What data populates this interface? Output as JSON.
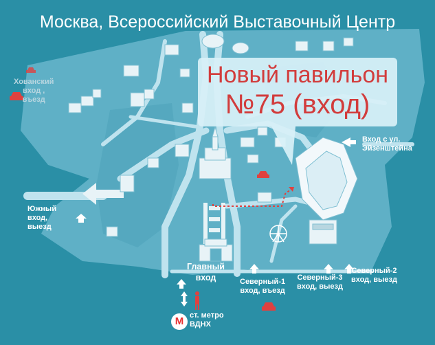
{
  "title": "Москва, Всероссийский Выставочный Центр",
  "callout": {
    "line1": "Новый павильон",
    "line2": "№75 (вход)"
  },
  "labels": {
    "khovansky": [
      "Хованский",
      "вход ,",
      "въезд"
    ],
    "south": [
      "Южный",
      "вход,",
      "выезд"
    ],
    "main": [
      "Главный",
      "вход"
    ],
    "north1": [
      "Северный-1",
      "вход, въезд"
    ],
    "north3": [
      "Северный-3",
      "вход, выезд"
    ],
    "north2": [
      "Северный-2",
      "вход, выезд"
    ],
    "eisenstein": [
      "Вход с ул.",
      "Эйзенштейна"
    ],
    "metro": [
      "ст. метро",
      "ВДНХ"
    ],
    "metro_letter": "M"
  },
  "colors": {
    "background": "#2a8fa6",
    "territory": "#5fb0c6",
    "roads": "#bfe3ee",
    "buildings": "#e8f3f7",
    "accent": "#d23c3c",
    "callout": "#d7f0f8"
  },
  "icons": [
    "car-icon",
    "arrow-icon",
    "walker-icon",
    "metro-icon",
    "ferris-wheel-icon"
  ]
}
